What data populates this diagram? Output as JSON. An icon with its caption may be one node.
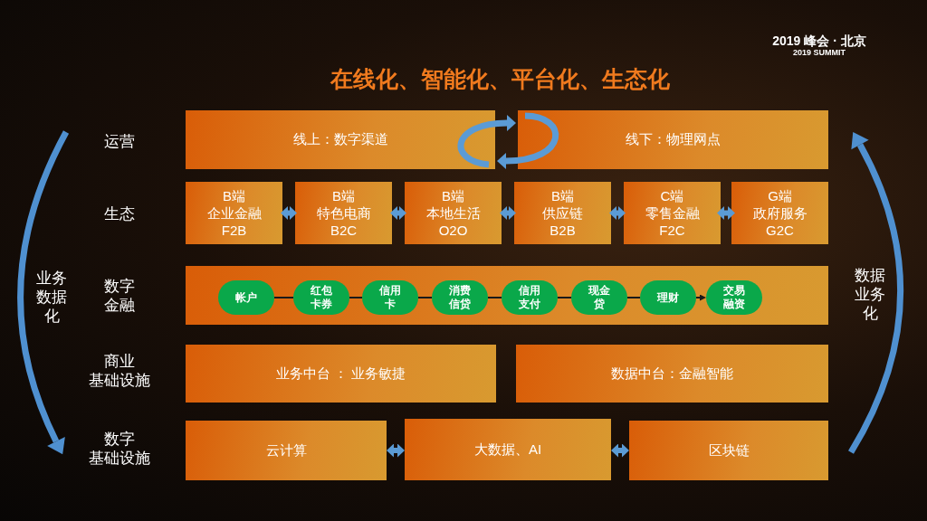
{
  "diagram": {
    "title": "在线化、智能化、平台化、生态化",
    "nodes": [
      {
        "text": [
          "线上：数字渠道"
        ]
      },
      {
        "text": [
          "线下：物理网点"
        ]
      },
      {
        "text": [
          "B端企业金融F2B"
        ]
      },
      {
        "text": [
          "B端特色电商B2C"
        ]
      },
      {
        "text": [
          "B端本地生活O2O"
        ]
      },
      {
        "text": [
          "B端供应链B2B"
        ]
      },
      {
        "text": [
          "C端零售金融F2C"
        ]
      },
      {
        "text": [
          "G端政府服务G2C"
        ]
      },
      {
        "text": [],
        "shape": "box"
      },
      {
        "text": [
          "帐户"
        ],
        "in": 8
      },
      {
        "text": [
          "红包卡券"
        ],
        "in": 8
      },
      {
        "text": [
          "信用卡"
        ],
        "in": 8
      },
      {
        "text": [
          "消费信贷"
        ],
        "in": 8
      },
      {
        "text": [
          "信用支付"
        ],
        "in": 8
      },
      {
        "text": [
          "现金贷"
        ],
        "in": 8
      },
      {
        "text": [
          "理财"
        ],
        "in": 8
      },
      {
        "text": [
          "交易融资"
        ],
        "in": 8
      },
      {
        "text": [
          "业务中台 ： 业务敏捷"
        ]
      },
      {
        "text": [
          "数据中台：金融智能"
        ]
      },
      {
        "text": [
          "云计算"
        ]
      },
      {
        "text": [
          "大数据、AI"
        ]
      },
      {
        "text": [
          "区块链"
        ]
      }
    ],
    "edges": [
      {
        "from": 0,
        "to": 1,
        "arrow": "to"
      },
      {
        "from": 1,
        "to": 0,
        "arrow": "to"
      },
      {
        "from": 2,
        "to": 3,
        "arrow": "both"
      },
      {
        "from": 3,
        "to": 4,
        "arrow": "both"
      },
      {
        "from": 4,
        "to": 5,
        "arrow": "both"
      },
      {
        "from": 5,
        "to": 6,
        "arrow": "both"
      },
      {
        "from": 6,
        "to": 7,
        "arrow": "both"
      },
      {
        "from": 9,
        "to": 10,
        "arrow": "none",
        "color": "#1a1a1a"
      },
      {
        "from": 10,
        "to": 11,
        "arrow": "none",
        "color": "#1a1a1a"
      },
      {
        "from": 11,
        "to": 12,
        "arrow": "none",
        "color": "#1a1a1a"
      },
      {
        "from": 12,
        "to": 13,
        "arrow": "none",
        "color": "#1a1a1a"
      },
      {
        "from": 13,
        "to": 14,
        "arrow": "none",
        "color": "#1a1a1a"
      },
      {
        "from": 14,
        "to": 15,
        "arrow": "none",
        "color": "#1a1a1a"
      },
      {
        "from": 15,
        "to": 16,
        "arrow": "to",
        "color": "#1a1a1a"
      },
      {
        "from": 19,
        "to": 20,
        "arrow": "both"
      },
      {
        "from": 20,
        "to": 21,
        "arrow": "both"
      }
    ],
    "labels": [
      "2019 峰会 · 北京",
      "2019 SUMMIT",
      "运营",
      "生态",
      "业务数据化",
      "数字金融",
      "数据业务化",
      "商业基础设施",
      "数字基础设施"
    ]
  }
}
